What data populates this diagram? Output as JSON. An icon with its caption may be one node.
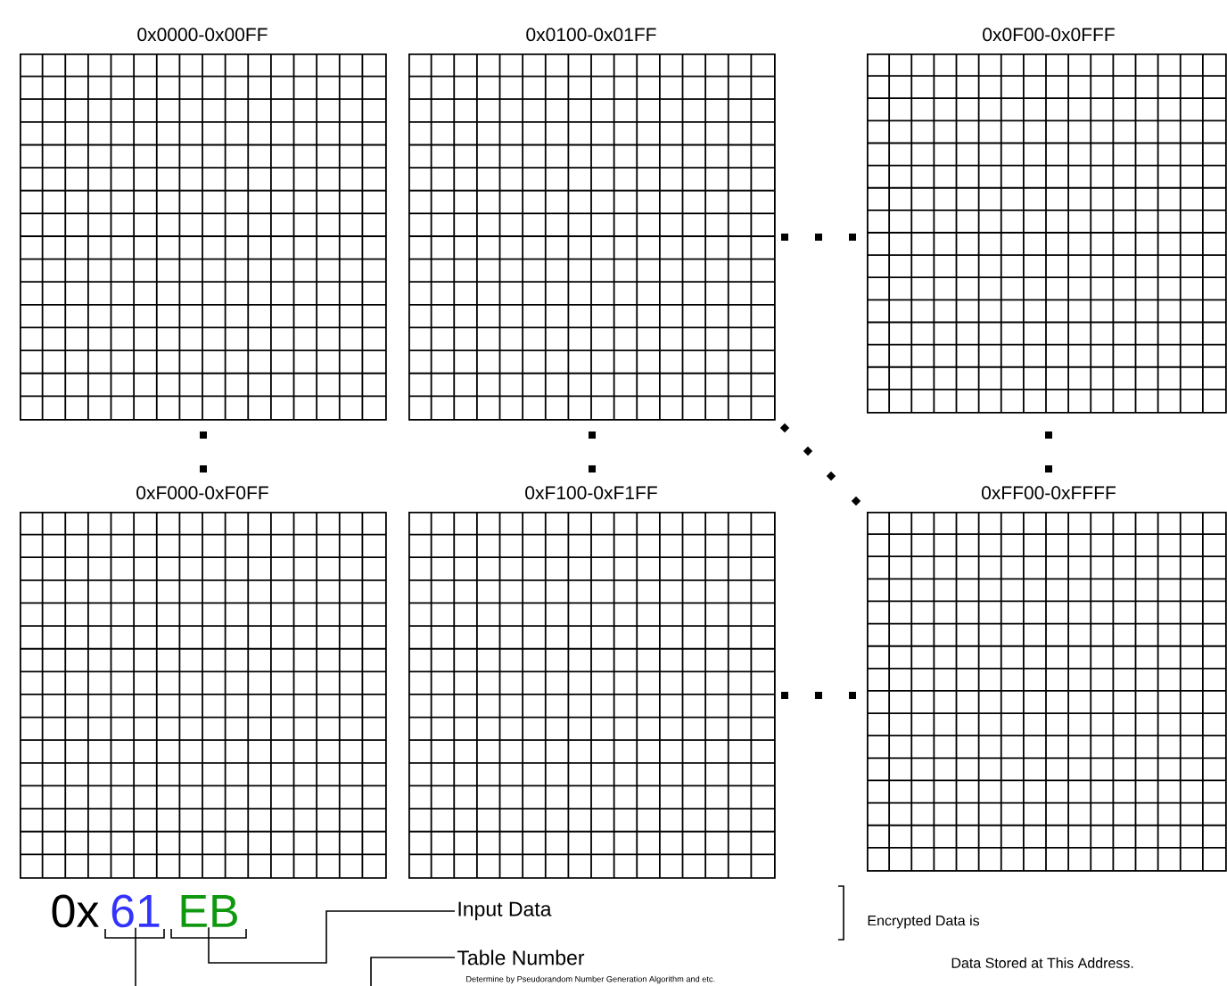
{
  "diagram": {
    "nodes": [
      {
        "text": [
          "0x0000-0x00FF"
        ]
      },
      {
        "text": [
          "0x0100-0x01FF"
        ]
      },
      {
        "text": [
          "0x0F00-0x0FFF"
        ]
      },
      {
        "text": [
          "0xF000-0xF0FF"
        ]
      },
      {
        "text": [
          "0xF100-0xF1FF"
        ]
      },
      {
        "text": [
          "0xFF00-0xFFFF"
        ]
      },
      {
        "text": [
          "61"
        ]
      },
      {
        "text": [
          "EB"
        ]
      },
      {
        "text": [
          "Input Data"
        ]
      },
      {
        "text": [
          "Table Number"
        ],
        "beside": [
          "Determine by Pseudorandom Number Generation Algorithm and etc."
        ]
      }
    ],
    "edges": [
      {
        "from": 7,
        "to": 8,
        "arrow": "none"
      },
      {
        "from": 6,
        "to": null,
        "arrow": "none"
      },
      {
        "from": 9,
        "to": null,
        "arrow": "none"
      }
    ],
    "labels": [
      "0x",
      "Encrypted Data is",
      "Data Stored at This Address."
    ]
  }
}
